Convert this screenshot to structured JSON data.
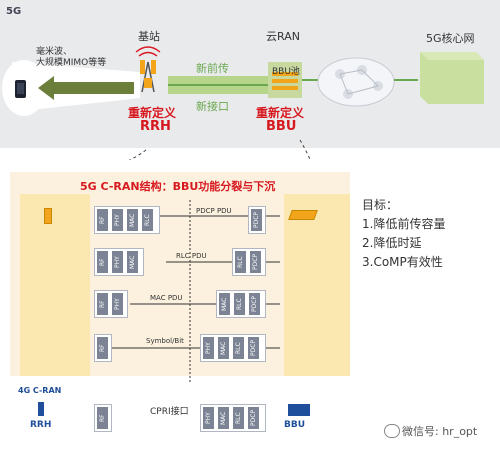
{
  "top": {
    "label_5g": "5G",
    "base_station": "基站",
    "cloud_ran": "云RAN",
    "core_network": "5G核心网",
    "mmwave": "毫米波、",
    "massive_mimo": "大规模MIMO等等",
    "new_fronthaul": "新前传",
    "new_interface": "新接口",
    "bbu_pool": "BBU池",
    "redefine_rrh_1": "重新定义",
    "redefine_rrh_2": "RRH",
    "redefine_bbu_1": "重新定义",
    "redefine_bbu_2": "BBU"
  },
  "middle": {
    "title": "5G C-RAN结构：BBU功能分裂与下沉",
    "pdcp_pdu": "PDCP PDU",
    "rlc_pdu": "RLC PDU",
    "mac_pdu": "MAC PDU",
    "symbol_bit": "Symbol/Bit",
    "blocks": {
      "rf": "RF",
      "phy": "PHY",
      "mac": "MAC",
      "rlc": "RLC",
      "pdcp": "PDCP"
    }
  },
  "goals": {
    "heading": "目标：",
    "items": [
      "1.降低前传容量",
      "2.降低时延",
      "3.CoMP有效性"
    ]
  },
  "lte": {
    "label": "4G C-RAN",
    "rrh": "RRH",
    "bbu": "BBU",
    "cpri": "CPRI接口"
  },
  "watermark": "微信号: hr_opt",
  "colors": {
    "accent_red": "#d71920",
    "panel": "#fbf1de",
    "column": "#fbe7b0",
    "block": "#7b8394",
    "arrow_green": "#6b7f3a"
  }
}
